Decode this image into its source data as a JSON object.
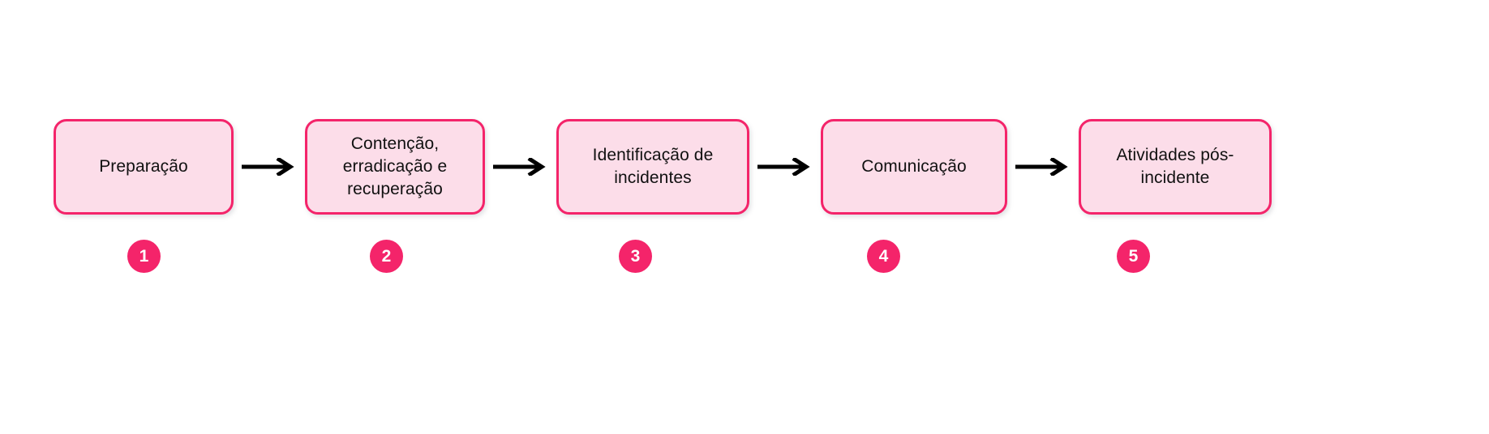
{
  "diagram": {
    "type": "process-flow",
    "orientation": "horizontal",
    "step_count": 5,
    "colors": {
      "box_fill": "#FCDDE9",
      "box_border": "#F4246A",
      "badge_fill": "#F4246A",
      "badge_text": "#FFFFFF",
      "arrow": "#000000",
      "label_text": "#111111",
      "background": "#FFFFFF"
    },
    "steps": [
      {
        "number": "1",
        "label": "Preparação"
      },
      {
        "number": "2",
        "label": "Contenção,\nerradicação e\nrecuperação"
      },
      {
        "number": "3",
        "label": "Identificação de\nincidentes"
      },
      {
        "number": "4",
        "label": "Comunicação"
      },
      {
        "number": "5",
        "label": "Atividades pós-\nincidente"
      }
    ],
    "connectors": [
      {
        "from": "1",
        "to": "2",
        "icon": "arrow-right-icon"
      },
      {
        "from": "2",
        "to": "3",
        "icon": "arrow-right-icon"
      },
      {
        "from": "3",
        "to": "4",
        "icon": "arrow-right-icon"
      },
      {
        "from": "4",
        "to": "5",
        "icon": "arrow-right-icon"
      }
    ]
  }
}
